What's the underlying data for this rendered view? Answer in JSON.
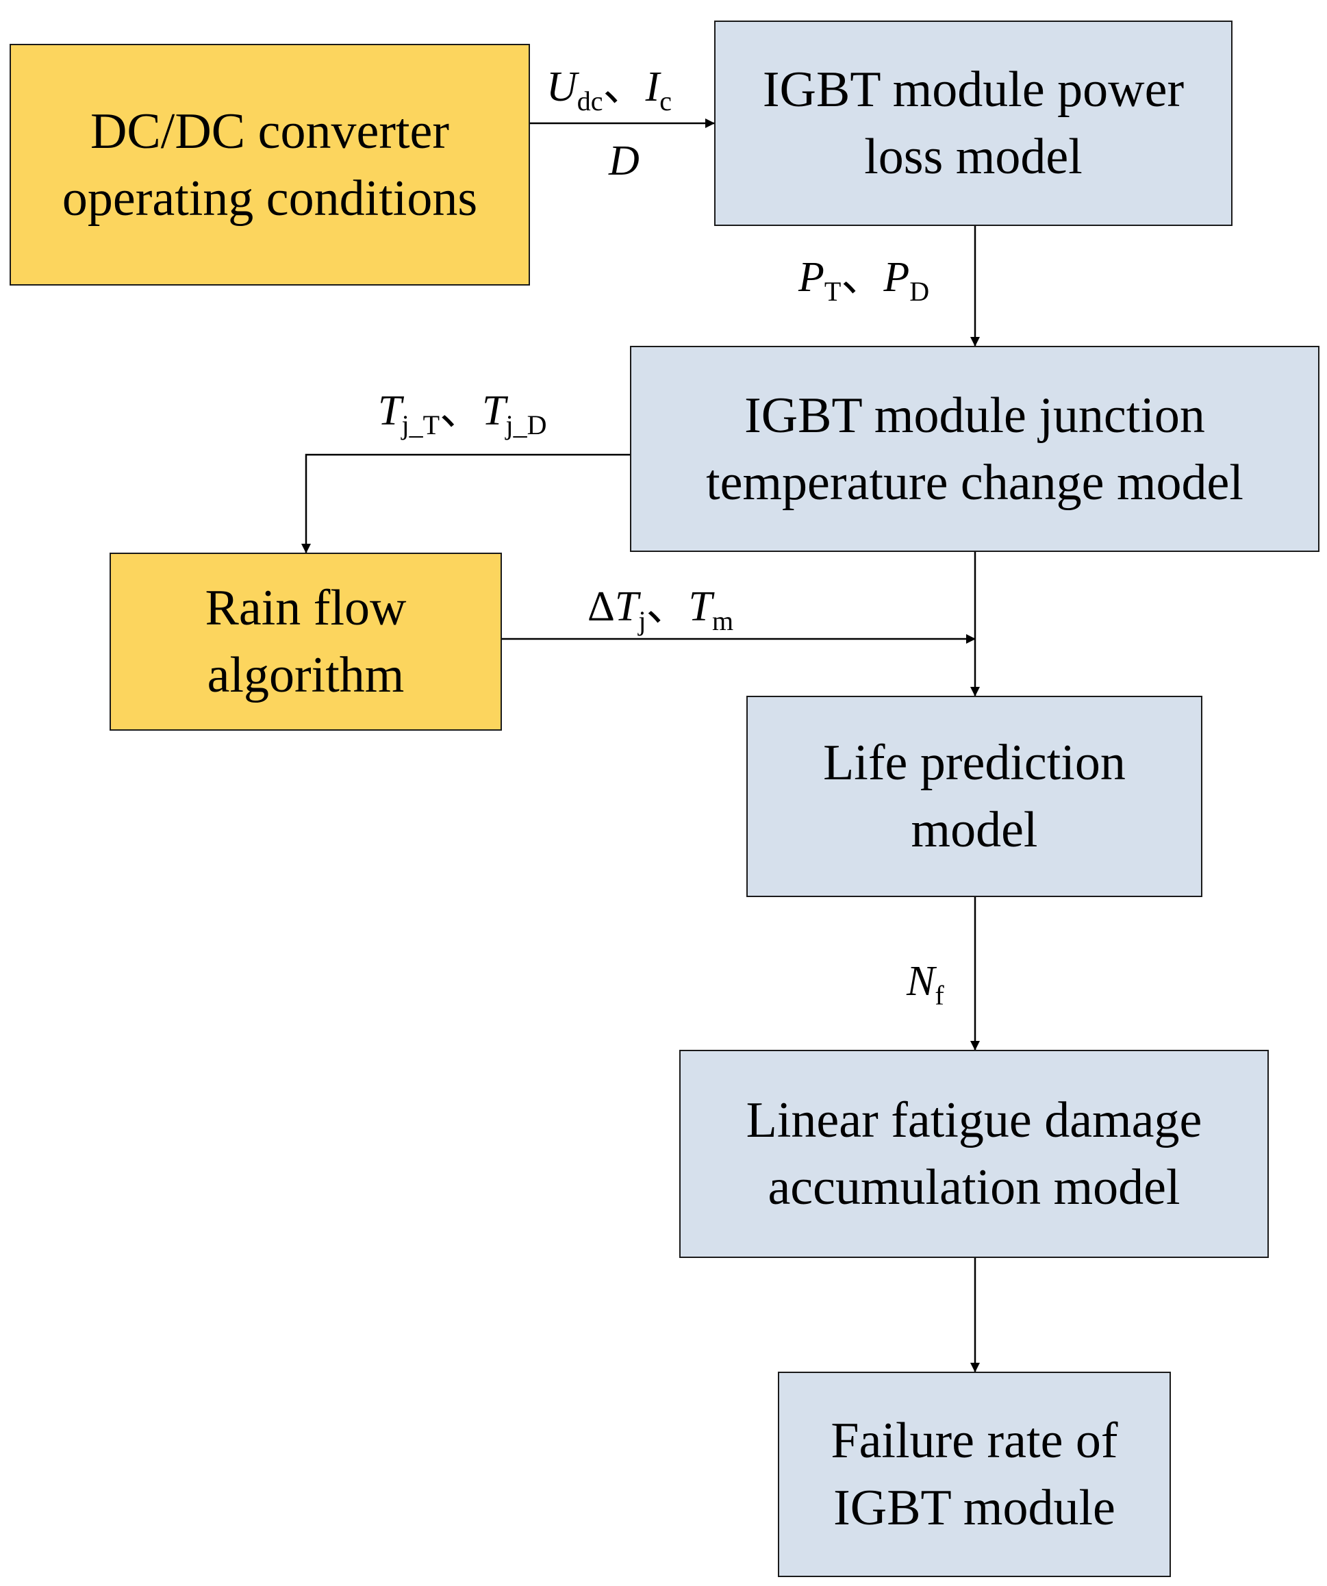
{
  "nodes": {
    "dcdc": {
      "line1": "DC/DC converter",
      "line2": "operating conditions",
      "color": "#fcd55e"
    },
    "loss": {
      "line1": "IGBT module power",
      "line2": "loss model",
      "color": "#d6e0ec"
    },
    "junction": {
      "line1": "IGBT module junction",
      "line2": "temperature change model",
      "color": "#d6e0ec"
    },
    "rain": {
      "line1": "Rain flow",
      "line2": "algorithm",
      "color": "#fcd55e"
    },
    "life": {
      "line1": "Life prediction",
      "line2": "model",
      "color": "#d6e0ec"
    },
    "fatigue": {
      "line1": "Linear fatigue damage",
      "line2": "accumulation model",
      "color": "#d6e0ec"
    },
    "failure": {
      "line1": "Failure rate of",
      "line2": "IGBT module",
      "color": "#d6e0ec"
    }
  },
  "edge_labels": {
    "udc_ic": {
      "v1": "U",
      "s1": "dc",
      "sep": "、",
      "v2": "I",
      "s2": "c"
    },
    "d": {
      "v1": "D"
    },
    "pt_pd": {
      "v1": "P",
      "s1": "T",
      "sep": "、",
      "v2": "P",
      "s2": "D"
    },
    "tjt_tjd": {
      "v1": "T",
      "s1": "j_T",
      "sep": "、",
      "v2": "T",
      "s2": "j_D"
    },
    "dtj_tm": {
      "pre": "Δ",
      "v1": "T",
      "s1": "j",
      "sep": "、",
      "v2": "T",
      "s2": "m"
    },
    "nf": {
      "v1": "N",
      "s1": "f"
    }
  },
  "edges": [
    {
      "from": "dcdc",
      "to": "loss"
    },
    {
      "from": "loss",
      "to": "junction"
    },
    {
      "from": "junction",
      "to": "rain"
    },
    {
      "from": "junction",
      "to": "life"
    },
    {
      "from": "rain",
      "to": "life"
    },
    {
      "from": "life",
      "to": "fatigue"
    },
    {
      "from": "fatigue",
      "to": "failure"
    }
  ]
}
